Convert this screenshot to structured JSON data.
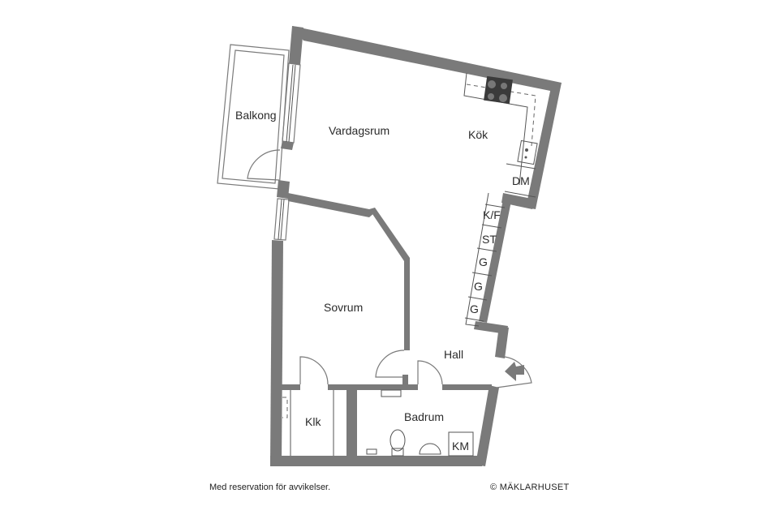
{
  "floorplan": {
    "rooms": {
      "balkong": "Balkong",
      "vardagsrum": "Vardagsrum",
      "kok": "Kök",
      "sovrum": "Sovrum",
      "hall": "Hall",
      "klk": "Klk",
      "badrum": "Badrum"
    },
    "fixtures": {
      "dm": "DM",
      "kf": "K/F",
      "st": "ST",
      "g1": "G",
      "g2": "G",
      "g3": "G",
      "km": "KM"
    },
    "colors": {
      "wall": "#7a7a7a",
      "stove": "#3a3a3a",
      "background": "#ffffff"
    }
  },
  "footer": {
    "disclaimer": "Med reservation för avvikelser.",
    "copyright": "© MÄKLARHUSET"
  }
}
